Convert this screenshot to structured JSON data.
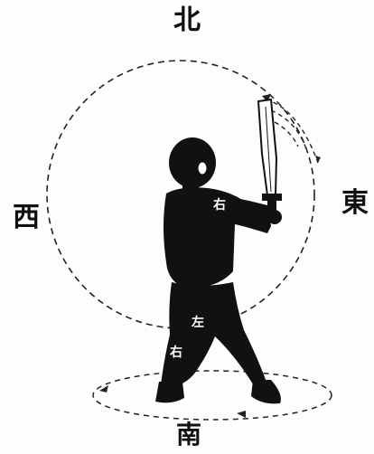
{
  "directions": {
    "north": "北",
    "west": "西",
    "east": "東",
    "south": "南"
  },
  "body_labels": {
    "right_arm": "右",
    "left_leg": "左",
    "right_leg": "右"
  },
  "colors": {
    "ink": "#111111",
    "paper": "#fdfdfb",
    "dashed_path": "#222222"
  },
  "icons": {
    "figure": "martial-artist-with-broadsword",
    "large_circle": "dashed-circular-path",
    "foot_ellipse": "dashed-footwork-ellipse",
    "blade_arc": "dashed-blade-motion-arcs"
  }
}
